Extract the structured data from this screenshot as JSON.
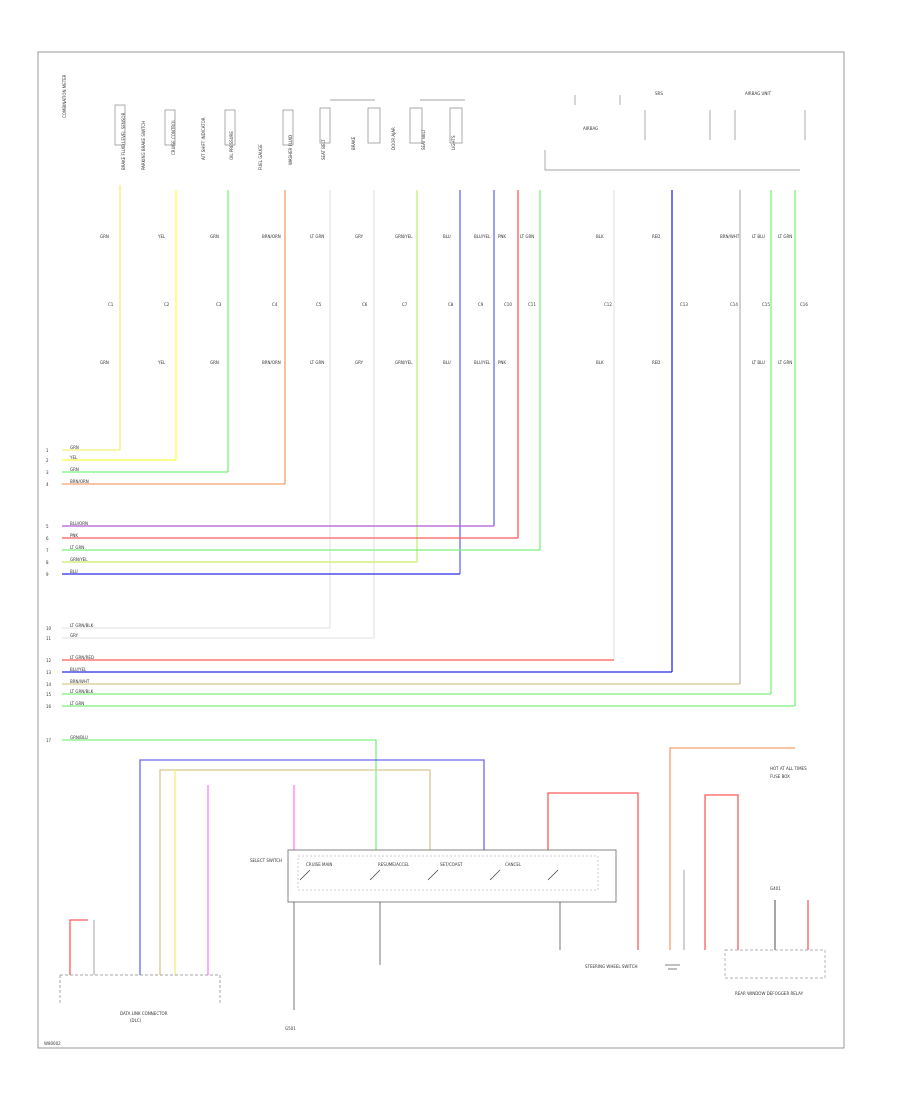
{
  "diagram": {
    "footer_code": "W80002",
    "top_labels": [
      {
        "id": "t1",
        "text": "COMBINATION METER"
      },
      {
        "id": "t2",
        "text": "BRAKE FLUID LEVEL SENSOR"
      },
      {
        "id": "t3",
        "text": "PARKING BRAKE SWITCH"
      },
      {
        "id": "t4",
        "text": "CRUISE CONTROL"
      },
      {
        "id": "t5",
        "text": "A/T SHIFT INDICATOR"
      },
      {
        "id": "t6",
        "text": "OIL PRESSURE"
      },
      {
        "id": "t7",
        "text": "FUEL GAUGE"
      },
      {
        "id": "t8",
        "text": "WASHER FLUID"
      },
      {
        "id": "t9",
        "text": "SEAT BELT"
      },
      {
        "id": "t10",
        "text": "BRAKE"
      },
      {
        "id": "t11",
        "text": "DOOR AJAR"
      },
      {
        "id": "t12",
        "text": "SEAT BELT"
      },
      {
        "id": "t13",
        "text": "LIGHTS"
      },
      {
        "id": "t14",
        "text": "AIRBAG"
      },
      {
        "id": "t15",
        "text": "SRS"
      },
      {
        "id": "t16",
        "text": "AIRBAG UNIT"
      }
    ],
    "wire_labels_row1": [
      "GRN",
      "YEL",
      "GRN",
      "BRN/ORN",
      "LT GRN",
      "GRY",
      "GRN/YEL",
      "BLU",
      "BLU/YEL",
      "PNK",
      "LT GRN",
      "BLK",
      "RED",
      "BRN/WHT",
      "LT BLU",
      "LT GRN"
    ],
    "wire_labels_row2": [
      "C1",
      "C2",
      "C3",
      "C4",
      "C5",
      "C6",
      "C7",
      "C8",
      "C9",
      "C10",
      "C11",
      "C12",
      "C13",
      "C14",
      "C15",
      "C16"
    ],
    "bus_labels_a": [
      {
        "pin": "1",
        "text": "GRN"
      },
      {
        "pin": "2",
        "text": "YEL"
      },
      {
        "pin": "3",
        "text": "GRN"
      },
      {
        "pin": "4",
        "text": "BRN/ORN"
      }
    ],
    "bus_labels_b": [
      {
        "pin": "5",
        "text": "BLU/ORN"
      },
      {
        "pin": "6",
        "text": "PNK"
      },
      {
        "pin": "7",
        "text": "LT GRN"
      },
      {
        "pin": "8",
        "text": "GRN/YEL"
      },
      {
        "pin": "9",
        "text": "BLU"
      }
    ],
    "bus_labels_c": [
      {
        "pin": "10",
        "text": "LT GRN/BLK"
      },
      {
        "pin": "11",
        "text": "GRY"
      }
    ],
    "bus_labels_d": [
      {
        "pin": "12",
        "text": "LT GRN/RED"
      },
      {
        "pin": "13",
        "text": "BLU/YEL"
      },
      {
        "pin": "14",
        "text": "BRN/WHT"
      },
      {
        "pin": "15",
        "text": "LT GRN/BLK"
      },
      {
        "pin": "16",
        "text": "LT GRN"
      }
    ],
    "bus_label_e": {
      "pin": "17",
      "text": "GRN/BLU"
    },
    "bottom_labels": {
      "left_connector": "DATA LINK CONNECTOR",
      "left_sub": "(DLC)",
      "center_module": "SELECT SWITCH",
      "center_switches": [
        "CRUISE MAIN",
        "RESUME/ACCEL",
        "SET/COAST",
        "CANCEL"
      ],
      "ground_label": "G501",
      "center_bottom_note": "STEERING WHEEL SWITCH",
      "right_box": "REAR WINDOW DEFOGGER RELAY",
      "right_power": "HOT AT ALL TIMES",
      "right_fuse": "FUSE BOX",
      "right_small": "G401"
    }
  },
  "colors": {
    "yellow": "#f2ef7a",
    "yellow_bright": "#ffff40",
    "green": "#7cf07c",
    "green_light": "#bff2bf",
    "orange": "#f4a06a",
    "red": "#ff5a5a",
    "pink": "#ff80ff",
    "blue": "#6a6af2",
    "blue_dark": "#2a2ae8",
    "gray": "#b8b8b8",
    "black": "#555555",
    "tan": "#d6c690"
  }
}
